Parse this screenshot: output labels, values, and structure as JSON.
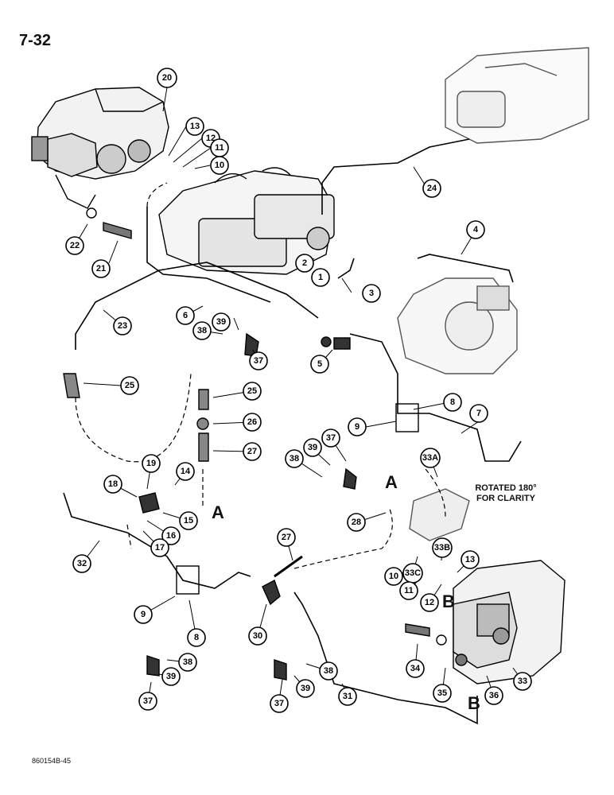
{
  "page": {
    "number": "7-32",
    "code": "860154B-45"
  },
  "note_rotated": "ROTATED 180° FOR CLARITY",
  "view_letters": [
    "A",
    "A",
    "B",
    "B"
  ],
  "callouts": {
    "c20": "20",
    "c13a": "13",
    "c12a": "12",
    "c11a": "11",
    "c10a": "10",
    "c22": "22",
    "c21": "21",
    "c24": "24",
    "c4": "4",
    "c2": "2",
    "c1": "1",
    "c3": "3",
    "c6": "6",
    "c23": "23",
    "c39a": "39",
    "c38a": "38",
    "c37a": "37",
    "c5": "5",
    "c25a": "25",
    "c25b": "25",
    "c26": "26",
    "c27a": "27",
    "c8a": "8",
    "c9a": "9",
    "c7": "7",
    "c37b": "37",
    "c39b": "39",
    "c38b": "38",
    "c19": "19",
    "c14": "14",
    "c18": "18",
    "c15": "15",
    "c16": "16",
    "c17": "17",
    "c32": "32",
    "c9b": "9",
    "c8b": "8",
    "c38c": "38",
    "c39c": "39",
    "c37c": "37",
    "c33a": "33A",
    "c28": "28",
    "c27b": "27",
    "c33c": "33C",
    "c33b": "33B",
    "c13b": "13",
    "c10b": "10",
    "c11b": "11",
    "c12b": "12",
    "c30": "30",
    "c34": "34",
    "c35": "35",
    "c36": "36",
    "c33": "33",
    "c37d": "37",
    "c39d": "39",
    "c38d": "38",
    "c31": "31"
  }
}
